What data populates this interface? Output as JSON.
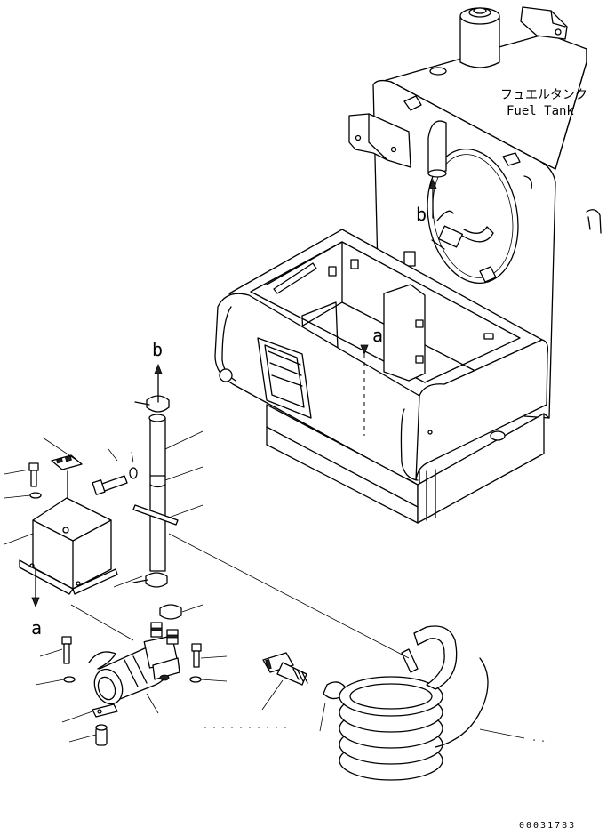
{
  "labels": {
    "tank_jp": "フュエルタンク",
    "tank_en": "Fuel Tank",
    "ref_b_upper": "b",
    "ref_b_lower": "b",
    "ref_a_frame": "a",
    "ref_a_cover": "a",
    "drawing_number": "00031783"
  },
  "palette": {
    "line": "#000000",
    "background": "#ffffff"
  }
}
